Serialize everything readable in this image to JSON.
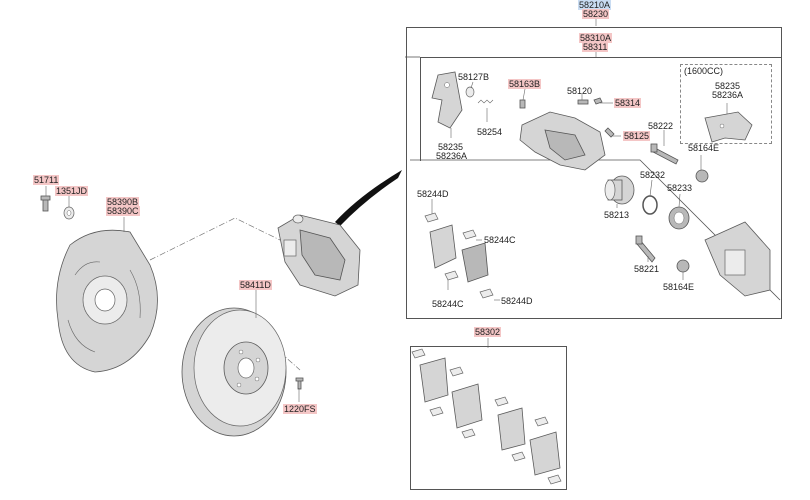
{
  "labels": {
    "assembly_a": "58210A",
    "assembly_b": "58230",
    "caliper_a": "58310A",
    "caliper_b": "58311",
    "shield_a": "58390B",
    "shield_b": "58390C",
    "bolt_51711": "51711",
    "bolt_1351jd": "1351JD",
    "disc": "58411D",
    "screw": "1220FS",
    "pad_kit": "58302",
    "bracket_b": "58127B",
    "spring": "58254",
    "bracket_235": "58235",
    "bracket_236a": "58236A",
    "bleeder_b": "58163B",
    "pin_120": "58120",
    "cap_314": "58314",
    "cap_125": "58125",
    "engine_note": "(1600CC)",
    "opt_235": "58235",
    "opt_236a": "58236A",
    "boot_164e_top": "58164E",
    "bolt_222": "58222",
    "piston_seal_232": "58232",
    "piston_233": "58233",
    "piston_213": "58213",
    "shim_244d_top": "58244D",
    "shim_244c_top": "58244C",
    "shim_244c_bottom": "58244C",
    "shim_244d_bottom": "58244D",
    "guide_221": "58221",
    "boot_164e_bottom": "58164E"
  }
}
